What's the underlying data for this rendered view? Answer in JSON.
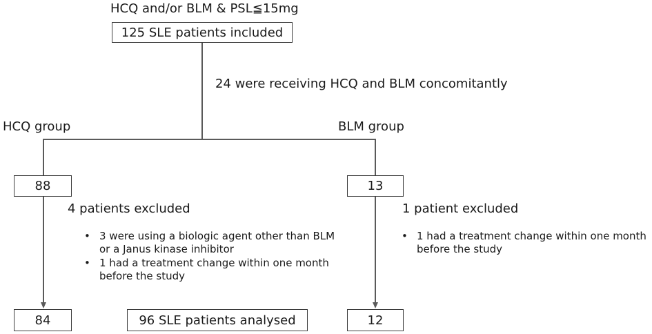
{
  "header": {
    "criteria": "HCQ and/or BLM & PSL≦15mg"
  },
  "top_box": {
    "label": "125 SLE patients included"
  },
  "concomitant_note": "24 were receiving HCQ and BLM concomitantly",
  "groups": {
    "hcq": {
      "label": "HCQ group",
      "initial": "88",
      "excluded_title": "4 patients excluded",
      "excluded_reasons": [
        {
          "bullet": "•",
          "lines": [
            "3 were using a biologic agent other than BLM",
            "or a Janus kinase inhibitor"
          ]
        },
        {
          "bullet": "•",
          "lines": [
            "1 had a treatment change within one month",
            "before the study"
          ]
        }
      ],
      "final": "84"
    },
    "blm": {
      "label": "BLM group",
      "initial": "13",
      "excluded_title": "1 patient excluded",
      "excluded_reasons": [
        {
          "bullet": "•",
          "lines": [
            "1 had a treatment change within one month",
            "before the study"
          ]
        }
      ],
      "final": "12"
    }
  },
  "analysed_box": {
    "label": "96 SLE patients analysed"
  },
  "colors": {
    "line": "#5a5a5a",
    "box_border": "#3a3a3a",
    "text": "#1a1a1a"
  }
}
